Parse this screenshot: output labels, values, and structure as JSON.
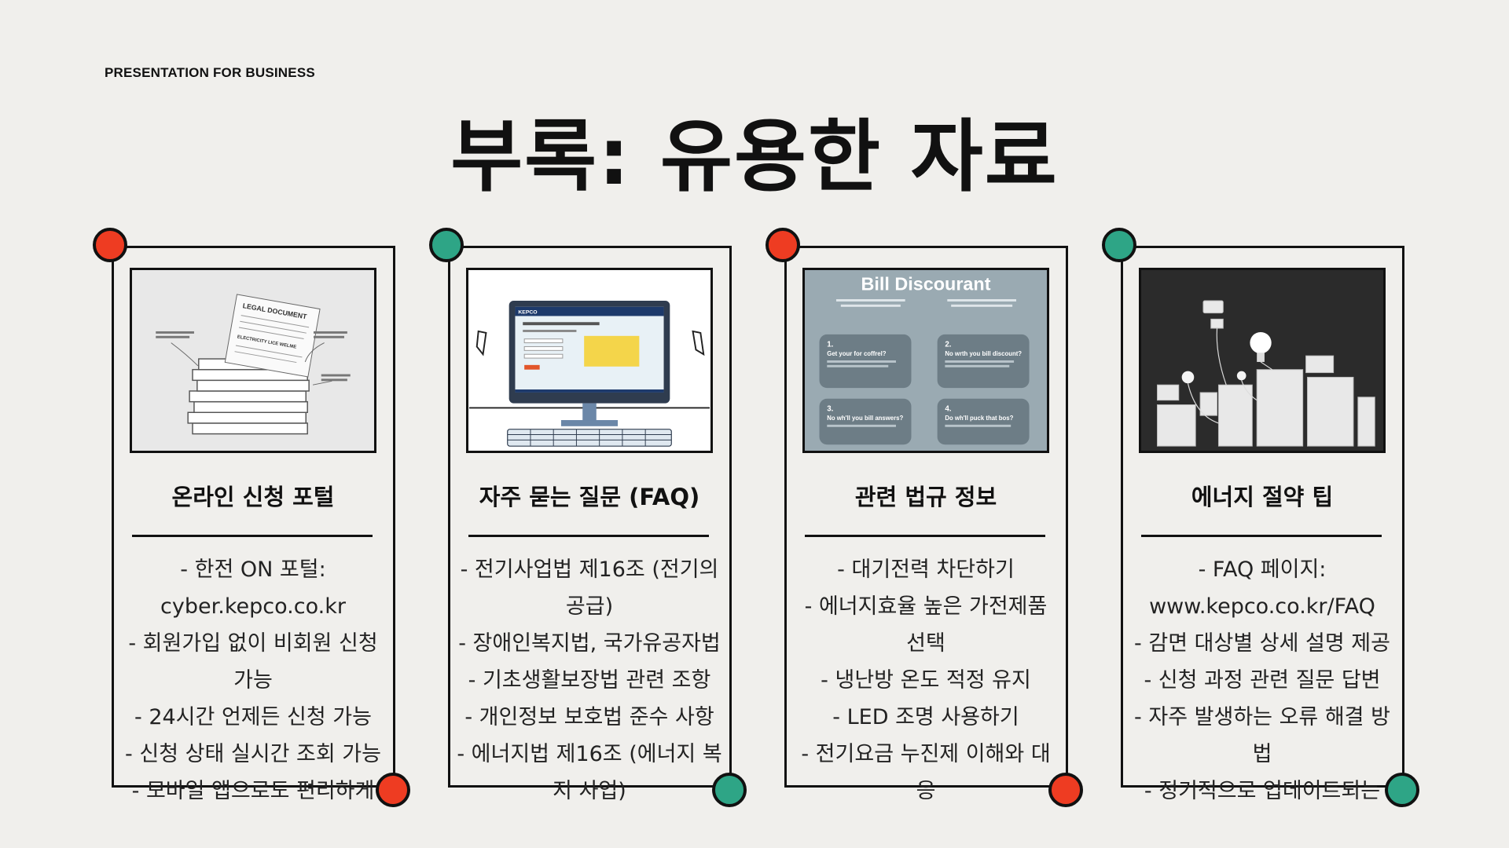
{
  "header": {
    "eyebrow": "PRESENTATION FOR BUSINESS",
    "title": "부록: 유용한 자료"
  },
  "cards": [
    {
      "title": "온라인 신청 포털",
      "dot_color": "#ee3c22",
      "image_text": {
        "heading": "LEGAL DOCUMENT",
        "sub": "ELECTRICITY LICE WELME"
      },
      "lines": [
        "- 한전 ON 포털: cyber.kepco.co.kr",
        "- 회원가입 없이 비회원 신청 가능",
        "- 24시간 언제든 신청 가능",
        "- 신청 상태 실시간 조회 가능",
        "- 모바일 앱으로도 편리하게"
      ]
    },
    {
      "title": "자주 묻는 질문 (FAQ)",
      "dot_color": "#2ea586",
      "image_text": {
        "brand": "KEPCO"
      },
      "lines": [
        "- 전기사업법 제16조 (전기의 공급)",
        "- 장애인복지법, 국가유공자법",
        "- 기초생활보장법 관련 조항",
        "- 개인정보 보호법 준수 사항",
        "- 에너지법 제16조 (에너지 복지 사업)"
      ]
    },
    {
      "title": "관련 법규 정보",
      "dot_color": "#ee3c22",
      "image_text": {
        "heading": "Bill Discourant",
        "q1": "Get your for coffrel?",
        "q2": "No wrth you bill discount?",
        "q3": "No wh'll you bill answers?",
        "q4": "Do wh'll puck that bos?"
      },
      "lines": [
        "- 대기전력 차단하기",
        "- 에너지효율 높은 가전제품 선택",
        "- 냉난방 온도 적정 유지",
        "- LED 조명 사용하기",
        "- 전기요금 누진제 이해와 대응"
      ]
    },
    {
      "title": "에너지 절약 팁",
      "dot_color": "#2ea586",
      "image_text": {},
      "lines": [
        "- FAQ 페이지: www.kepco.co.kr/FAQ",
        "- 감면 대상별 상세 설명 제공",
        "- 신청 과정 관련 질문 답변",
        "- 자주 발생하는 오류 해결 방법",
        "- 정기적으로 업데이트되는"
      ]
    }
  ]
}
